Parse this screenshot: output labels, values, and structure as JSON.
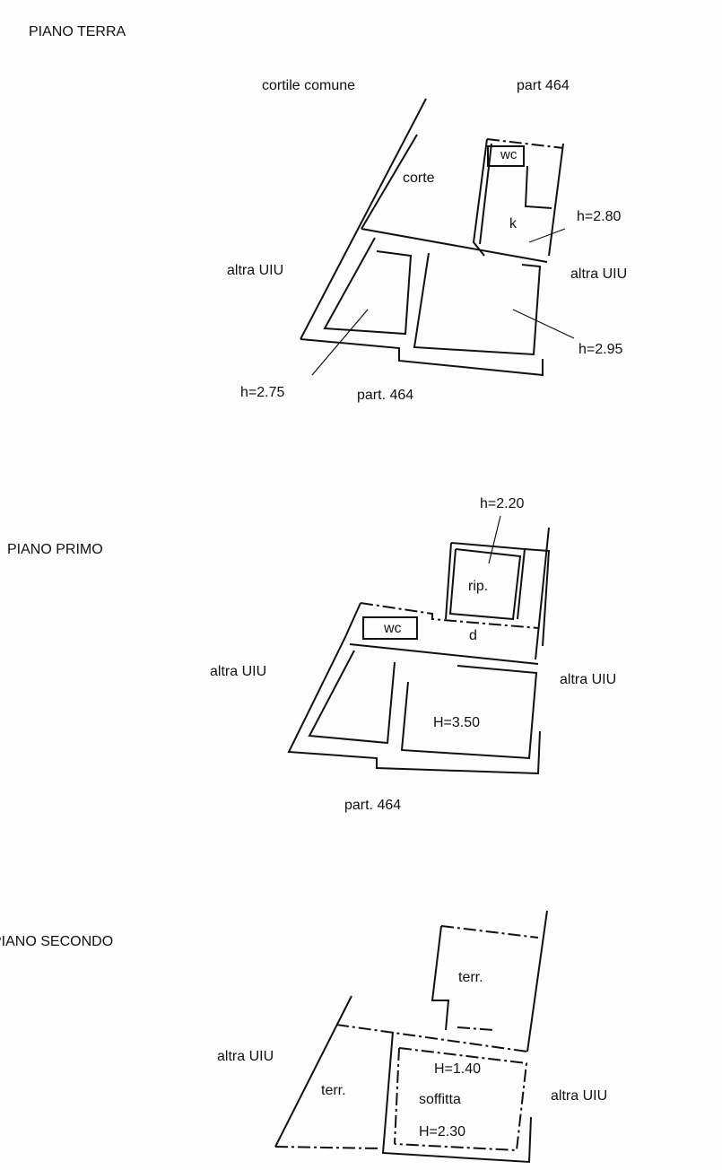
{
  "floors": [
    {
      "title": "PIANO TERRA",
      "labels": {
        "cortile": "cortile comune",
        "part_top": "part  464",
        "wc": "wc",
        "corte": "corte",
        "k": "k",
        "h1": "h=2.80",
        "altra_left": "altra UIU",
        "altra_right": "altra UIU",
        "h2": "h=2.95",
        "h3": "h=2.75",
        "part_bottom": "part. 464"
      }
    },
    {
      "title": "PIANO PRIMO",
      "labels": {
        "h1": "h=2.20",
        "rip": "rip.",
        "wc": "wc",
        "d": "d",
        "altra_left": "altra UIU",
        "altra_right": "altra UIU",
        "H": "H=3.50",
        "part_bottom": "part. 464"
      }
    },
    {
      "title": "PIANO SECONDO",
      "labels": {
        "terr_top": "terr.",
        "altra_left": "altra UIU",
        "H1": "H=1.40",
        "terr_left": "terr.",
        "altra_right": "altra UIU",
        "soffitta": "soffitta",
        "H2": "H=2.30"
      }
    }
  ]
}
